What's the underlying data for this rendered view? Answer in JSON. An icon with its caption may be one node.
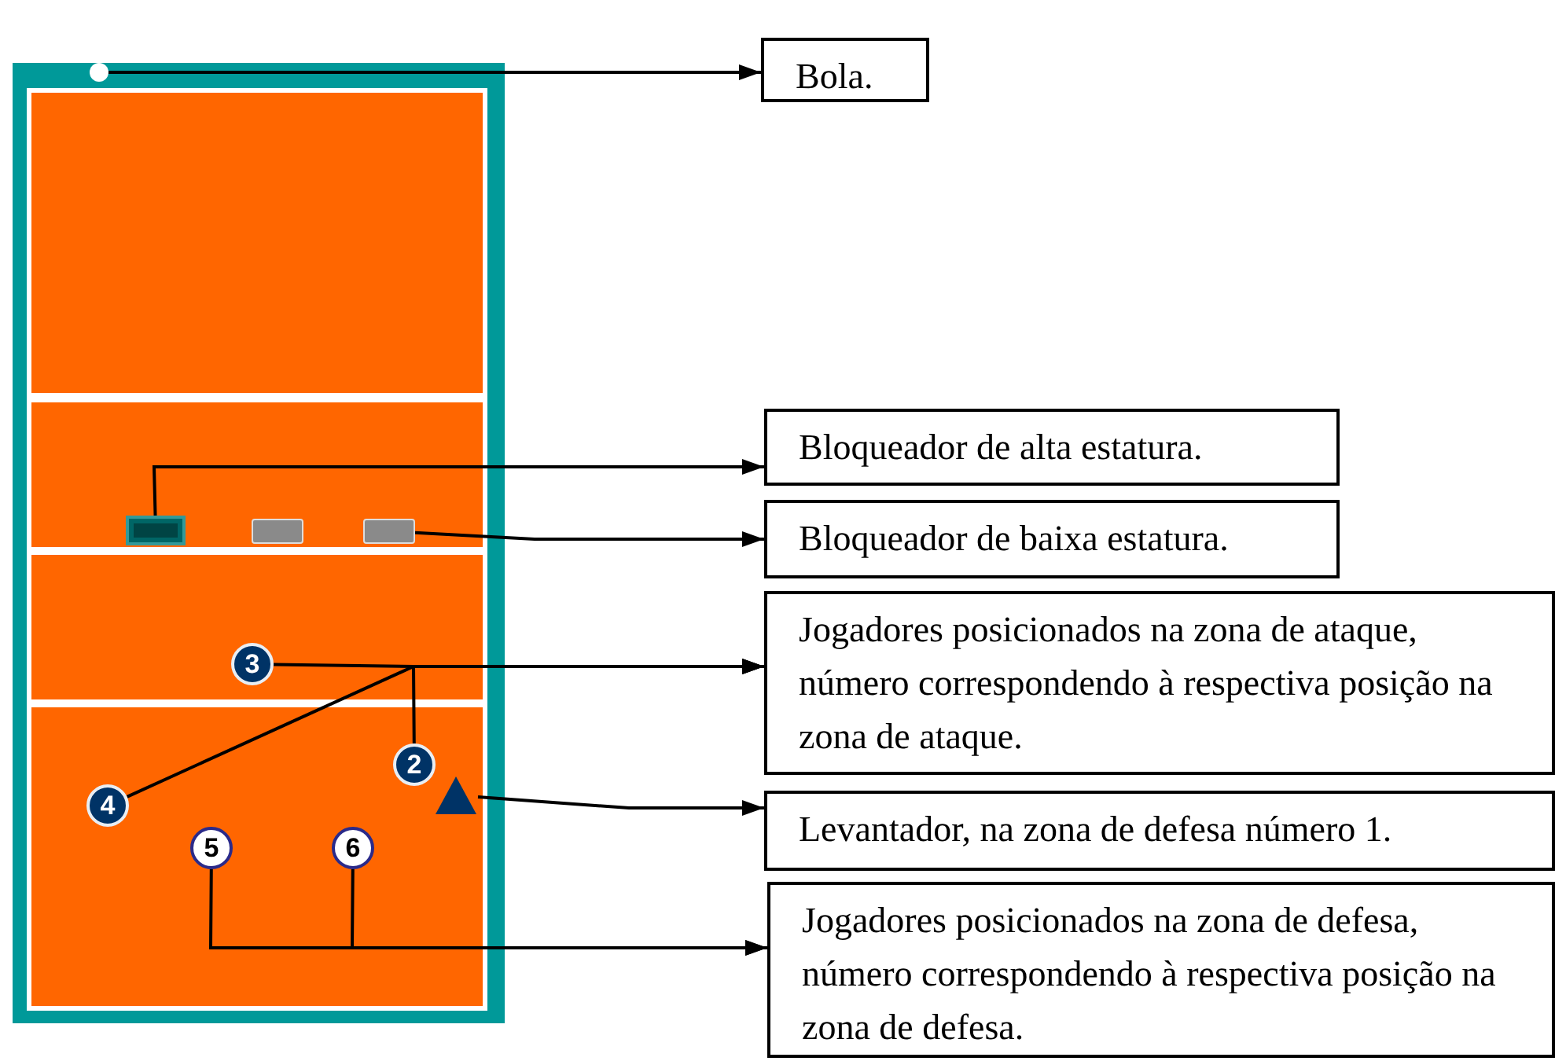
{
  "diagram": {
    "nodes": [
      {
        "text": [],
        "shape": "circle"
      },
      {
        "text": [
          "Bola."
        ]
      },
      {
        "text": [],
        "shape": "box"
      },
      {
        "text": [
          "Bloqueador de alta estatura."
        ]
      },
      {
        "text": [],
        "shape": "box"
      },
      {
        "text": [],
        "shape": "box"
      },
      {
        "text": [
          "Bloqueador de baixa estatura."
        ]
      },
      {
        "text": [
          "3"
        ]
      },
      {
        "text": [
          "Jogadores posicionados na zona de ataque, número correspondendo à respectiva posição na zona de ataque."
        ]
      },
      {
        "text": [
          "2"
        ]
      },
      {
        "text": [
          "4"
        ]
      },
      {
        "text": [],
        "shape": "triangle"
      },
      {
        "text": [
          "Levantador, na zona de defesa número 1."
        ]
      },
      {
        "text": [
          "5"
        ]
      },
      {
        "text": [
          "6"
        ]
      },
      {
        "text": [
          "Jogadores posicionados na zona de defesa, número correspondendo à respectiva posição na zona de defesa."
        ]
      }
    ],
    "edges": [
      {
        "from": 0,
        "to": 1,
        "arrow": "to"
      },
      {
        "from": 2,
        "to": 3,
        "arrow": "to"
      },
      {
        "from": 5,
        "to": 6,
        "arrow": "to"
      },
      {
        "from": 7,
        "to": 8,
        "arrow": "to"
      },
      {
        "from": 9,
        "to": 8,
        "arrow": "to"
      },
      {
        "from": 10,
        "to": 8,
        "arrow": "to"
      },
      {
        "from": 11,
        "to": 12,
        "arrow": "to"
      },
      {
        "from": 13,
        "to": 15,
        "arrow": "to"
      },
      {
        "from": 14,
        "to": 15,
        "arrow": "to"
      }
    ]
  }
}
